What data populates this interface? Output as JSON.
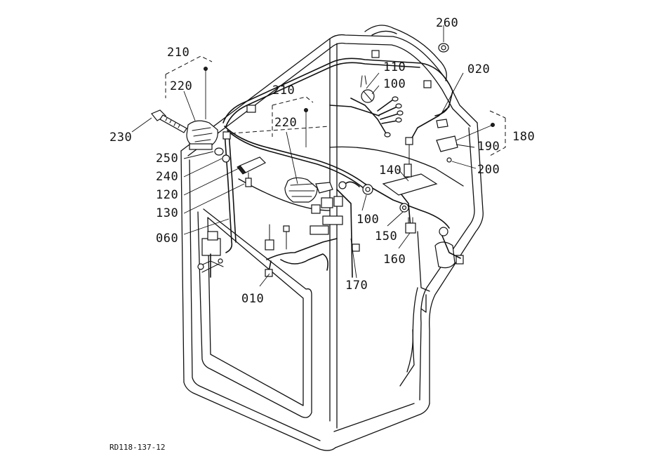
{
  "diagram": {
    "code": "RD118-137-12",
    "labels": {
      "l210a": "210",
      "l220a": "220",
      "l230": "230",
      "l250": "250",
      "l240": "240",
      "l120": "120",
      "l130": "130",
      "l060": "060",
      "l010": "010",
      "l210b": "210",
      "l220b": "220",
      "l110": "110",
      "l100a": "100",
      "l260": "260",
      "l020": "020",
      "l180": "180",
      "l190": "190",
      "l200": "200",
      "l140": "140",
      "l100b": "100",
      "l150": "150",
      "l160": "160",
      "l170": "170"
    }
  }
}
